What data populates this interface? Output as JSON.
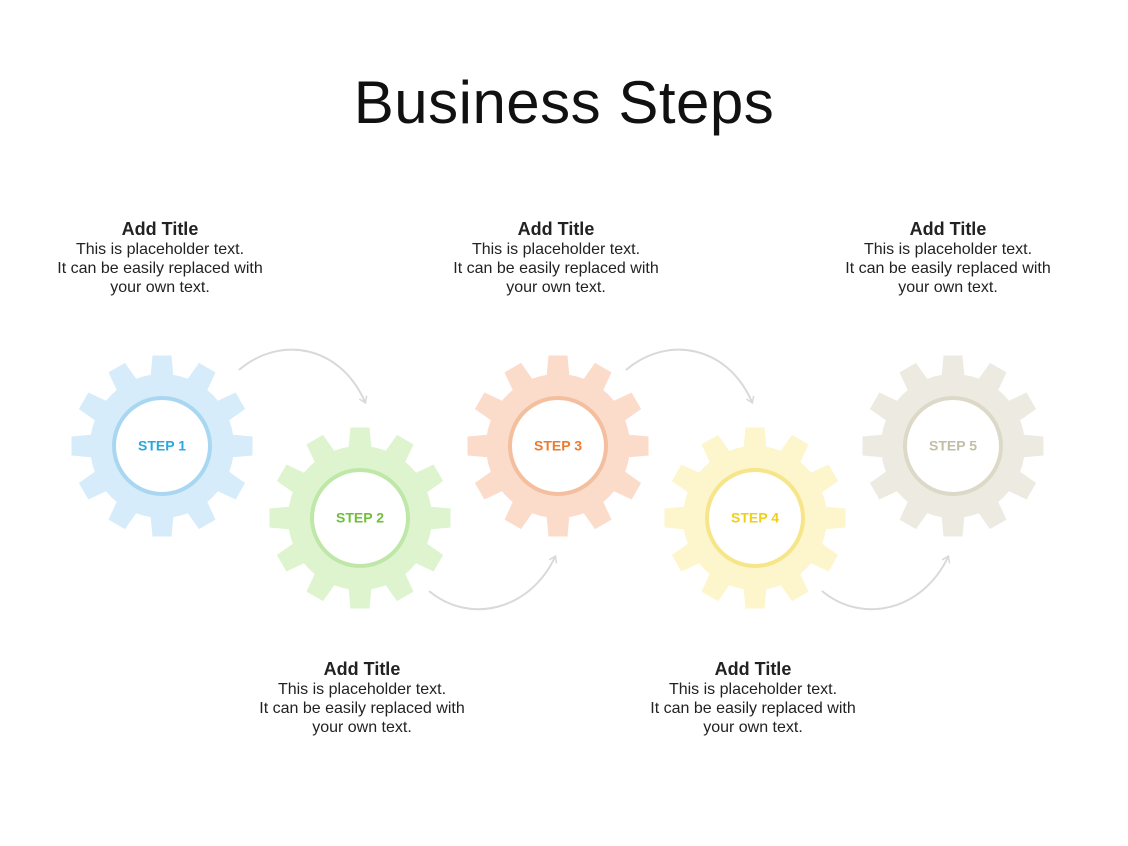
{
  "title": "Business Steps",
  "steps": [
    {
      "label": "STEP 1",
      "gear_color": "#d6ecfa",
      "ring_color": "#a9d7f2",
      "text_color": "#2aa8dc",
      "block": {
        "title": "Add Title",
        "lines": [
          "This is placeholder text.",
          "It can be easily replaced with",
          "your own text."
        ]
      }
    },
    {
      "label": "STEP 2",
      "gear_color": "#ddf4cf",
      "ring_color": "#bfe8a8",
      "text_color": "#6fbf3a",
      "block": {
        "title": "Add Title",
        "lines": [
          "This is placeholder text.",
          "It can be easily replaced with",
          "your own text."
        ]
      }
    },
    {
      "label": "STEP 3",
      "gear_color": "#fbdcca",
      "ring_color": "#f3bf9f",
      "text_color": "#ee7a2c",
      "block": {
        "title": "Add Title",
        "lines": [
          "This is placeholder text.",
          "It can be easily replaced with",
          "your own text."
        ]
      }
    },
    {
      "label": "STEP 4",
      "gear_color": "#fdf5cc",
      "ring_color": "#f7e58a",
      "text_color": "#f0cf16",
      "block": {
        "title": "Add Title",
        "lines": [
          "This is placeholder text.",
          "It can be easily replaced with",
          "your own text."
        ]
      }
    },
    {
      "label": "STEP 5",
      "gear_color": "#edebe1",
      "ring_color": "#ddd9c8",
      "text_color": "#c2bea6",
      "block": {
        "title": "Add Title",
        "lines": [
          "This is placeholder text.",
          "It can be easily replaced with",
          "your own text."
        ]
      }
    }
  ],
  "connector_color": "#d9d9d9"
}
